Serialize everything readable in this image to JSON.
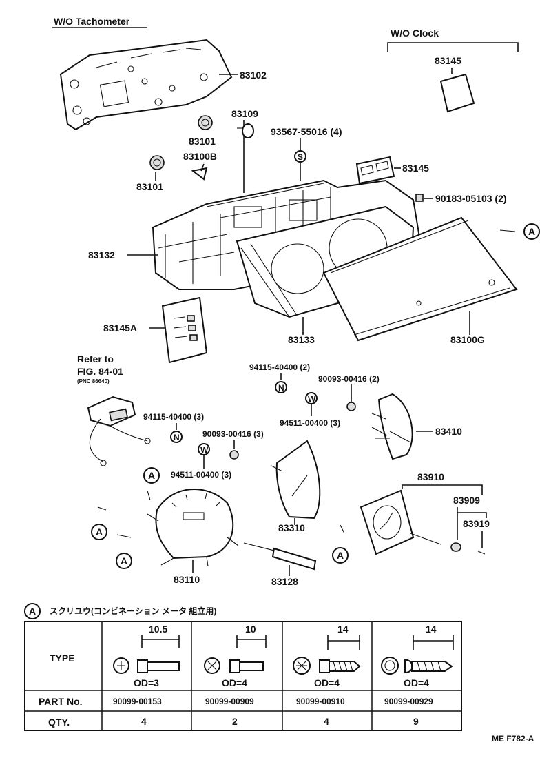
{
  "headers": {
    "tachometer_note": "W/O Tachometer",
    "clock_note": "W/O Clock",
    "refer_line1": "Refer to",
    "refer_line2": "FIG. 84-01",
    "refer_line3": "(PNC 86640)"
  },
  "parts": {
    "p83102": "83102",
    "p83145_top": "83145",
    "p83109": "83109",
    "p83101_a": "83101",
    "p83100b": "83100B",
    "p83101_b": "83101",
    "p93567": "93567-55016 (4)",
    "p83145_mid": "83145",
    "p90183": "90183-05103 (2)",
    "p83132": "83132",
    "p83145a": "83145A",
    "p83133": "83133",
    "p83100g": "83100G",
    "p94115_a": "94115-40400 (2)",
    "p90093_a": "90093-00416 (2)",
    "p94511_a": "94511-00400 (3)",
    "p83410": "83410",
    "p94115_b": "94115-40400 (3)",
    "p90093_b": "90093-00416 (3)",
    "p94511_b": "94511-00400 (3)",
    "p83910": "83910",
    "p83909": "83909",
    "p83919": "83919",
    "p83310": "83310",
    "p83110": "83110",
    "p83128": "83128"
  },
  "markers": {
    "ref_a": "A",
    "sym_s": "S",
    "sym_n": "N",
    "sym_w": "W"
  },
  "table": {
    "caption_marker": "A",
    "caption": "スクリユウ(コンビネーション メータ 組立用)",
    "row_labels": {
      "type": "TYPE",
      "part_no": "PART No.",
      "qty": "QTY."
    },
    "columns": [
      {
        "dimension": "10.5",
        "od": "OD=3",
        "part_no": "90099-00153",
        "qty": "4"
      },
      {
        "dimension": "10",
        "od": "OD=4",
        "part_no": "90099-00909",
        "qty": "2"
      },
      {
        "dimension": "14",
        "od": "OD=4",
        "part_no": "90099-00910",
        "qty": "4"
      },
      {
        "dimension": "14",
        "od": "OD=4",
        "part_no": "90099-00929",
        "qty": "9"
      }
    ]
  },
  "footer": {
    "figure_code": "ME F782-A"
  }
}
